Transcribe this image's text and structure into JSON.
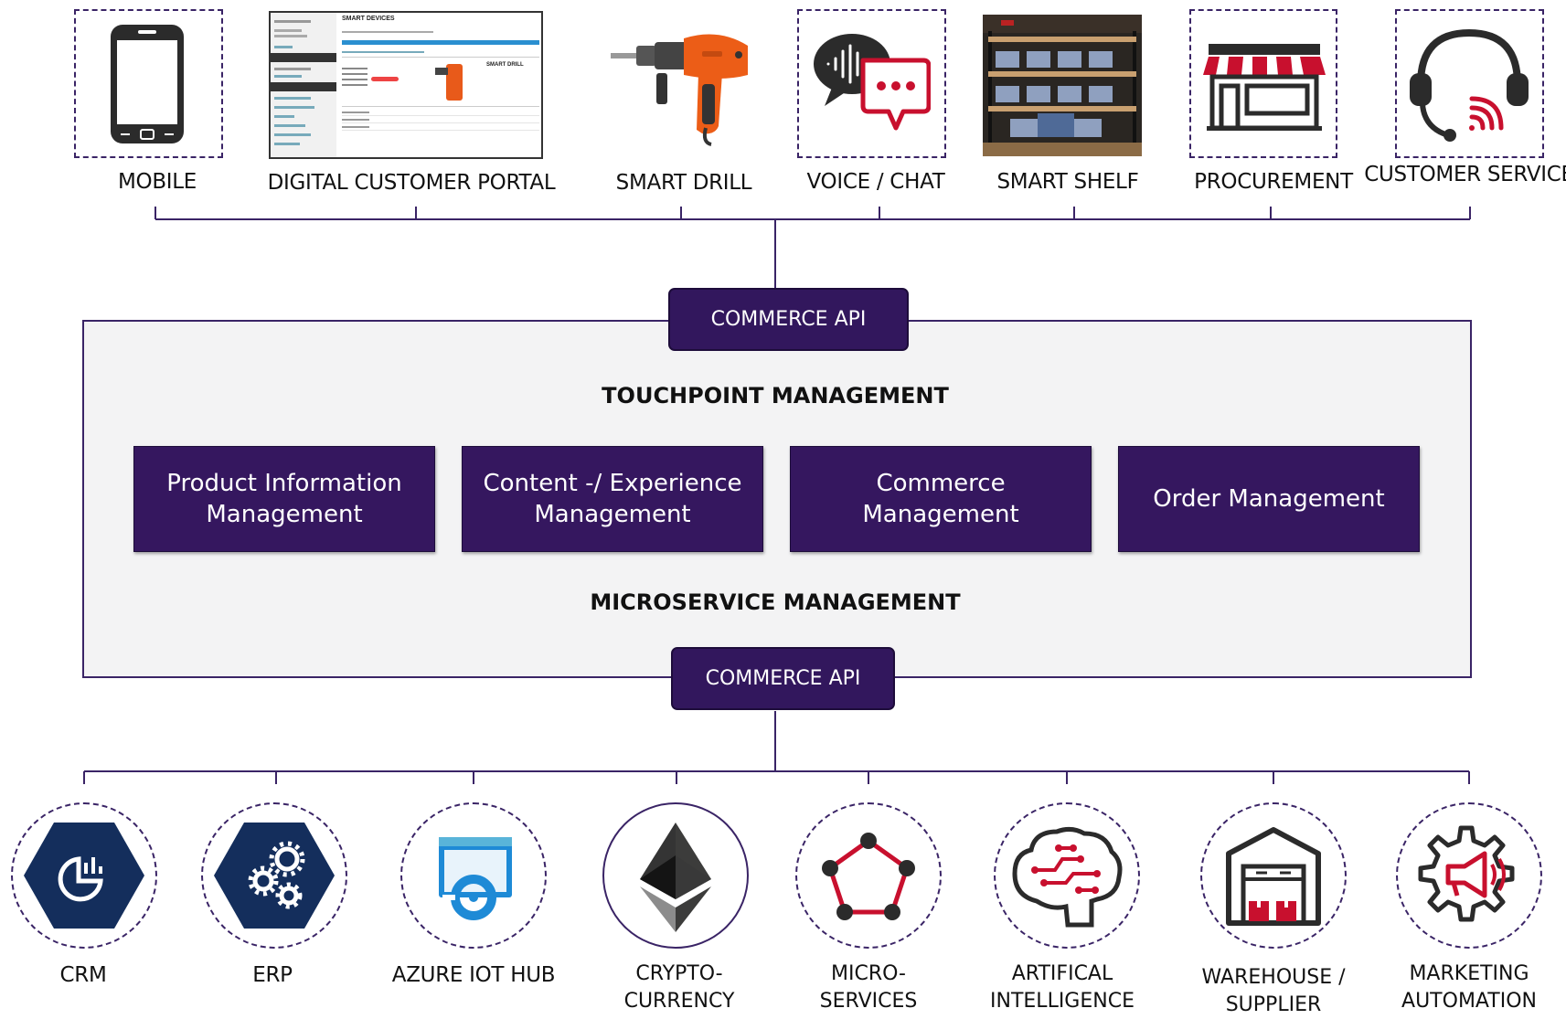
{
  "top_nodes": [
    {
      "label": "MOBILE",
      "icon": "mobile-phone-icon"
    },
    {
      "label": "DIGITAL CUSTOMER PORTAL",
      "icon": "portal-screenshot"
    },
    {
      "label": "SMART DRILL",
      "icon": "drill-icon"
    },
    {
      "label": "VOICE / CHAT",
      "icon": "voice-chat-icon"
    },
    {
      "label": "SMART SHELF",
      "icon": "shelf-photo"
    },
    {
      "label": "PROCUREMENT",
      "icon": "storefront-icon"
    },
    {
      "label": "CUSTOMER SERVICE",
      "icon": "headset-icon"
    }
  ],
  "portal_screenshot": {
    "title": "SMART DEVICES",
    "product": "SMART DRILL"
  },
  "api_top": "COMMERCE API",
  "api_bottom": "COMMERCE API",
  "touchpoint_heading": "TOUCHPOINT MANAGEMENT",
  "microservice_heading": "MICROSERVICE MANAGEMENT",
  "modules": [
    {
      "line1": "Product Information",
      "line2": "Management"
    },
    {
      "line1": "Content -/ Experience",
      "line2": "Management"
    },
    {
      "line1": "Commerce",
      "line2": "Management"
    },
    {
      "line1": "Order Management",
      "line2": ""
    }
  ],
  "bottom_nodes": [
    {
      "line1": "CRM",
      "line2": "",
      "icon": "crm-chart-icon"
    },
    {
      "line1": "ERP",
      "line2": "",
      "icon": "gears-icon"
    },
    {
      "line1": "AZURE IOT HUB",
      "line2": "",
      "icon": "azure-iot-hub-icon"
    },
    {
      "line1": "CRYPTO-",
      "line2": "CURRENCY",
      "icon": "ethereum-icon"
    },
    {
      "line1": "MICRO-",
      "line2": "SERVICES",
      "icon": "pentagon-network-icon"
    },
    {
      "line1": "ARTIFICAL",
      "line2": "INTELLIGENCE",
      "icon": "brain-circuit-icon"
    },
    {
      "line1": "WAREHOUSE /",
      "line2": "SUPPLIER",
      "icon": "warehouse-icon"
    },
    {
      "line1": "MARKETING",
      "line2": "AUTOMATION",
      "icon": "gear-megaphone-icon"
    }
  ],
  "colors": {
    "primary": "#35175f",
    "accent": "#c8102e",
    "panel": "#f3f3f4"
  }
}
